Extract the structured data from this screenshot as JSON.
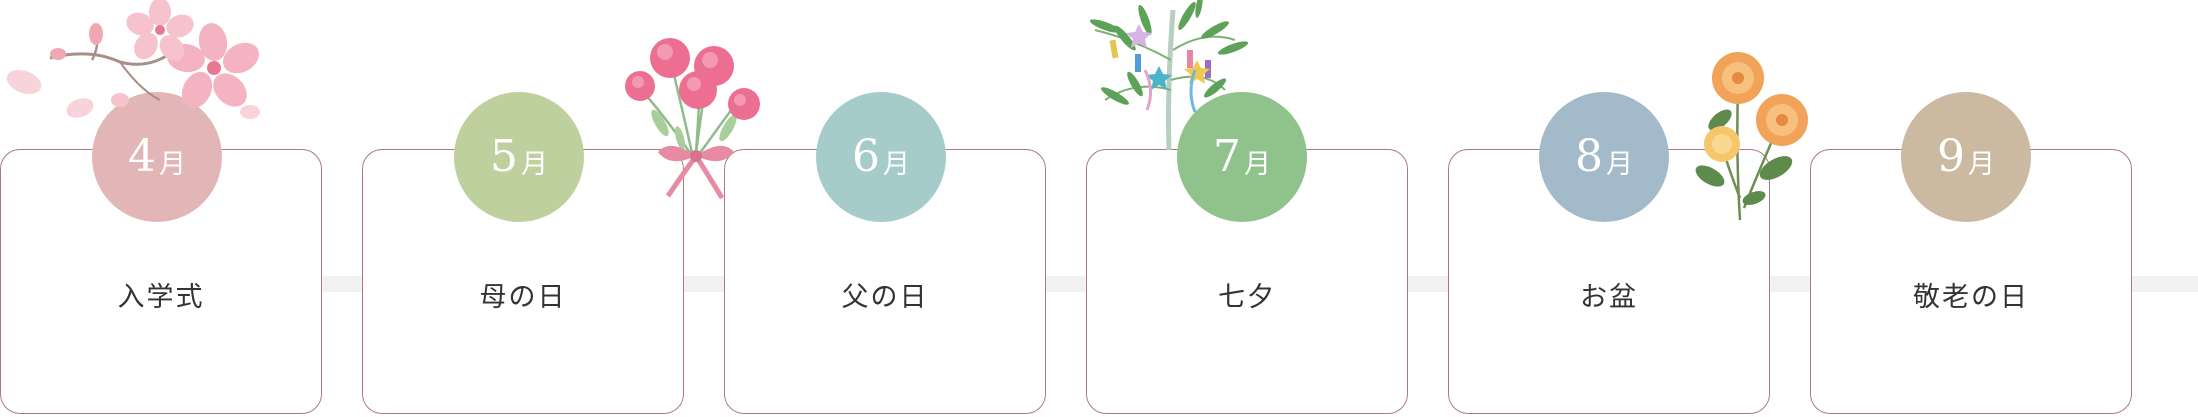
{
  "timeline": {
    "events": [
      {
        "month": "4",
        "month_unit": "月",
        "name": "入学式",
        "color": "#e2b6b7",
        "decoration": "cherry-blossom-icon"
      },
      {
        "month": "5",
        "month_unit": "月",
        "name": "母の日",
        "color": "#bdd09e",
        "decoration": "carnation-bouquet-icon"
      },
      {
        "month": "6",
        "month_unit": "月",
        "name": "父の日",
        "color": "#a5cbcb",
        "decoration": ""
      },
      {
        "month": "7",
        "month_unit": "月",
        "name": "七夕",
        "color": "#8fc38b",
        "decoration": "bamboo-tanabata-icon"
      },
      {
        "month": "8",
        "month_unit": "月",
        "name": "お盆",
        "color": "#a3bacb",
        "decoration": "chrysanthemum-icon"
      },
      {
        "month": "9",
        "month_unit": "月",
        "name": "敬老の日",
        "color": "#cbb9a1",
        "decoration": ""
      }
    ],
    "connector_color": "#f1f1f1",
    "card_border_color": "#b07884"
  }
}
